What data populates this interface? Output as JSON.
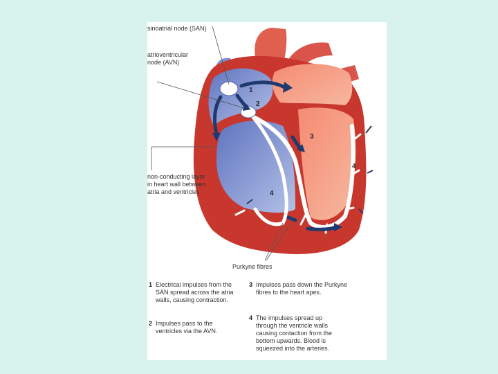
{
  "labels": {
    "san": "sinoatrial node (SAN)",
    "avn": "atrioventricular\nnode (AVN)",
    "layer": "non-conducting layer\nin heart wall between\natria and ventricles",
    "purkyne": "Purkyne fibres"
  },
  "markers": [
    "1",
    "2",
    "3",
    "4",
    "4"
  ],
  "legend": [
    {
      "num": "1",
      "text": "Electrical impulses from the\nSAN spread across the atria\nwalls, causing contraction."
    },
    {
      "num": "2",
      "text": "Impulses pass to the\nventricles via the AVN."
    },
    {
      "num": "3",
      "text": "Impulses pass down the Purkyne\nfibres to the heart apex."
    },
    {
      "num": "4",
      "text": "The impulses spread up\nthrough the ventricle walls\ncausing contaction from the\nbottom upwards. Blood is\nsqueezed into the arteries."
    }
  ],
  "colors": {
    "background": "#d8f3ee",
    "heart_wall": "#c8372d",
    "right_side_chambers": "#8fa0d6",
    "left_side_chambers": "#f0846d",
    "conduction_arrows": "#1f3a6e"
  }
}
